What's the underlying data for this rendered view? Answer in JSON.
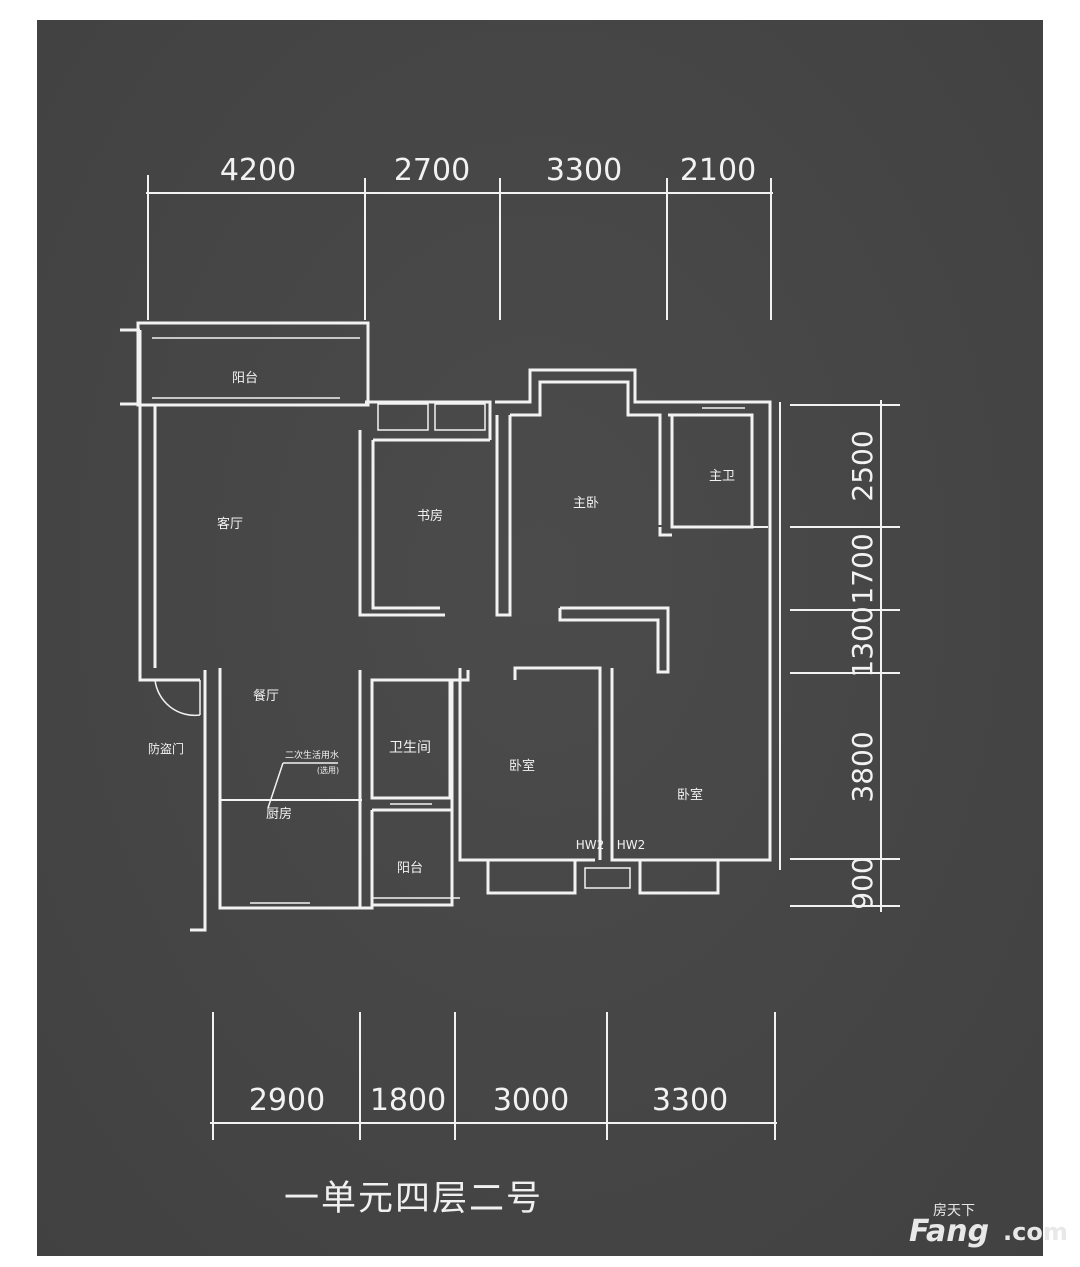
{
  "dimensions": {
    "top": [
      "4200",
      "2700",
      "3300",
      "2100"
    ],
    "bottom": [
      "2900",
      "1800",
      "3000",
      "3300"
    ],
    "right": [
      "2500",
      "1700",
      "1300",
      "3800",
      "900"
    ]
  },
  "rooms": {
    "balcony_top": "阳台",
    "living_room": "客厅",
    "study": "书房",
    "master_bedroom": "主卧",
    "master_bath": "主卫",
    "dining_room": "餐厅",
    "bathroom": "卫生间",
    "bedroom_a": "卧室",
    "bedroom_b": "卧室",
    "kitchen": "厨房",
    "balcony_small": "阳台",
    "entry_door": "防盗门",
    "window_a": "HW2",
    "window_b": "HW2"
  },
  "annotation": {
    "line1": "二次生活用水",
    "line2": "(选用)"
  },
  "caption": "一单元四层二号",
  "watermark": {
    "brand_cn": "房天下",
    "brand_en": "Fang",
    "brand_suffix": ".com"
  }
}
